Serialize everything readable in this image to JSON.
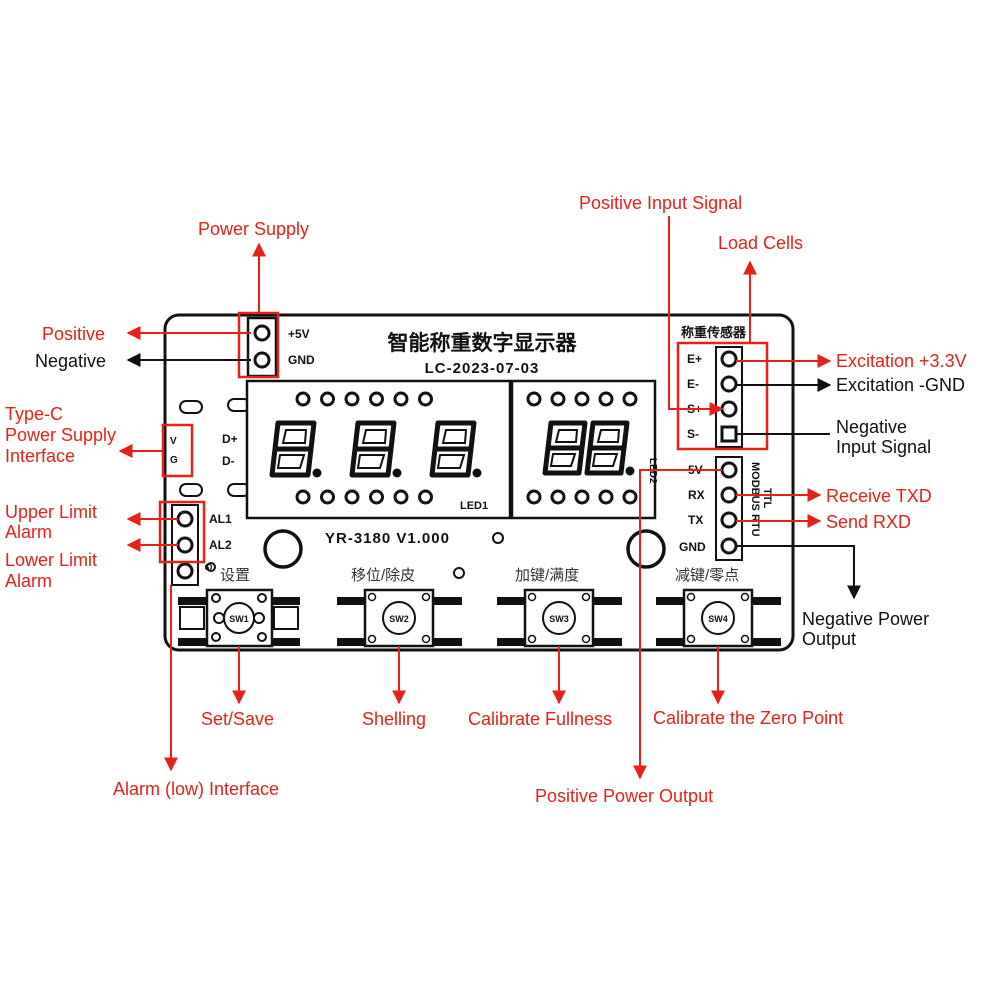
{
  "colors": {
    "annotation": "#e8201a",
    "board": "#111111"
  },
  "board": {
    "title": "智能称重数字显示器",
    "date_code": "LC-2023-07-03",
    "model": "YR-3180  V1.000",
    "power_pins": [
      "+5V",
      "GND"
    ],
    "usb_pins": [
      "D+",
      "D-"
    ],
    "typec_pins": [
      "V",
      "G"
    ],
    "alarm_pins": [
      "AL1",
      "AL2"
    ],
    "alarm_gnd": "G",
    "sensor_header": "称重传感器",
    "sensor_pins": [
      "E+",
      "E-",
      "S+",
      "S-"
    ],
    "comm_pins": [
      "5V",
      "RX",
      "TX",
      "GND"
    ],
    "comm_side_label": "MODBUS RTU",
    "ttl_label": "TTL",
    "led1_label": "LED1",
    "led2_label": "LED2",
    "display1_digits": "8.8.8.",
    "display2_digits": "88.",
    "buttons": [
      {
        "label": "设置",
        "silk": "SW1"
      },
      {
        "label": "移位/除皮",
        "silk": "SW2"
      },
      {
        "label": "加键/满度",
        "silk": "SW3"
      },
      {
        "label": "减键/零点",
        "silk": "SW4"
      }
    ]
  },
  "annotations": {
    "power_supply": "Power Supply",
    "positive": "Positive",
    "negative": "Negative",
    "typec_line1": "Type-C",
    "typec_line2": "Power Supply",
    "typec_line3": "Interface",
    "upper_alarm_line1": "Upper Limit",
    "upper_alarm_line2": "Alarm",
    "lower_alarm_line1": "Lower Limit",
    "lower_alarm_line2": "Alarm",
    "positive_input_signal": "Positive Input Signal",
    "load_cells": "Load Cells",
    "excitation_pos": "Excitation +3.3V",
    "excitation_neg": "Excitation -GND",
    "negative_input_line1": "Negative",
    "negative_input_line2": "Input Signal",
    "receive_txd": "Receive TXD",
    "send_rxd": "Send RXD",
    "negative_power_line1": "Negative Power",
    "negative_power_line2": "Output",
    "set_save": "Set/Save",
    "shelling": "Shelling",
    "calibrate_fullness": "Calibrate Fullness",
    "calibrate_zero": "Calibrate the Zero Point",
    "alarm_low_interface": "Alarm (low) Interface",
    "positive_power_output": "Positive Power Output"
  }
}
